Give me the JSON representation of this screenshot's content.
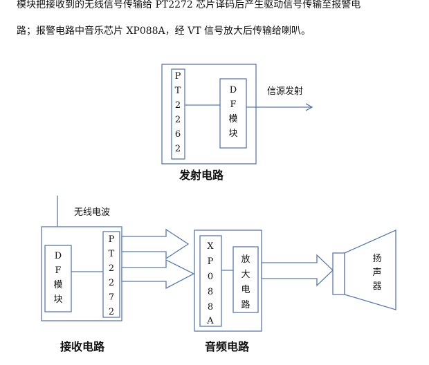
{
  "paragraph": {
    "line1": "模块把接收到的无线信号传输给 PT2272 芯片译码后产生驱动信号传输至报警电",
    "line2": "路；报警电路中音乐芯片 XP088A，经 VT 信号放大后传输给喇叭。"
  },
  "transmit": {
    "chip": [
      "P",
      "T",
      "2",
      "2",
      "6",
      "2"
    ],
    "df_module": [
      "D",
      "F",
      "模",
      "块"
    ],
    "signal_label": "信源发射",
    "caption": "发射电路"
  },
  "receive": {
    "wave_label": "无线电波",
    "df_module": [
      "D",
      "F",
      "模",
      "块"
    ],
    "chip": [
      "P",
      "T",
      "2",
      "2",
      "7",
      "2"
    ],
    "caption": "接收电路"
  },
  "audio": {
    "chip": [
      "X",
      "P",
      "0",
      "8",
      "8",
      "A"
    ],
    "amplifier": [
      "放",
      "大",
      "电",
      "路"
    ],
    "caption": "音频电路"
  },
  "speaker": {
    "label": [
      "扬",
      "声",
      "器"
    ]
  },
  "colors": {
    "stroke": "#5b7aa8",
    "text": "#111111"
  }
}
